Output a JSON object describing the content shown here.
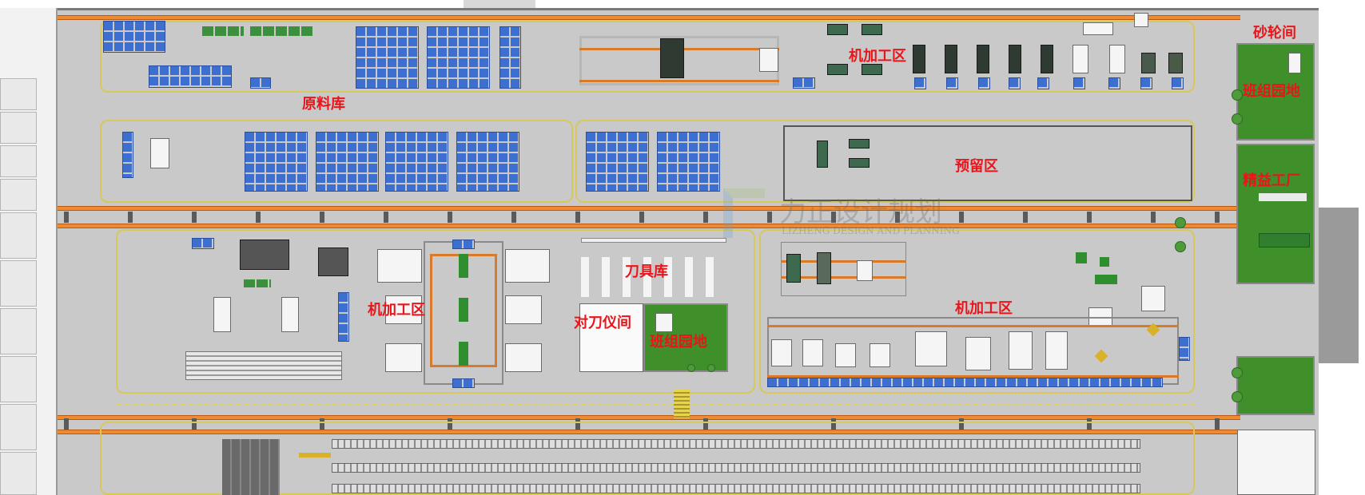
{
  "labels": {
    "raw_material_warehouse": "原料库",
    "machining_area_top": "机加工区",
    "reserved_area": "预留区",
    "machining_area_mid": "机加工区",
    "tool_warehouse": "刀具库",
    "tool_presetter_room": "对刀仪间",
    "team_garden_mid": "班组园地",
    "machining_area_right": "机加工区",
    "grinding_wheel_room": "砂轮间",
    "team_garden_right": "班组园地",
    "right_factory": "精益工厂"
  },
  "watermark": {
    "cn": "力正设计规划",
    "en": "LIZHENG DESIGN AND PLANNING"
  },
  "colors": {
    "floor": "#c9c9c9",
    "rail": "#f08a30",
    "bin_blue": "#3d6fd1",
    "lawn": "#3f8f2a",
    "label": "#e8161b",
    "zone_line": "#d8c85a"
  }
}
